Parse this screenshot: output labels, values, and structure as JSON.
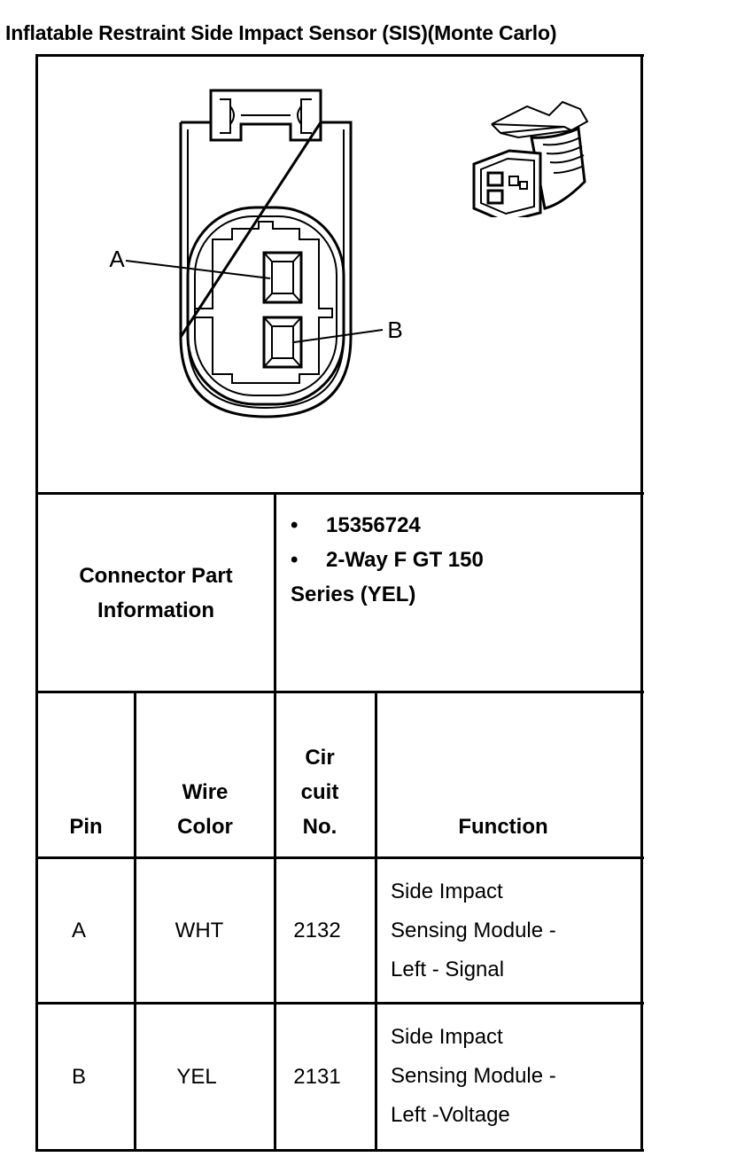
{
  "title": "Inflatable Restraint Side Impact Sensor (SIS)(Monte Carlo)",
  "diagram": {
    "label_a": "A",
    "label_b": "B"
  },
  "connector_info": {
    "label_line1": "Connector Part",
    "label_line2": "Information",
    "part_number": "15356724",
    "description_line1": "2-Way F GT 150",
    "description_line2": "Series (YEL)"
  },
  "table": {
    "headers": {
      "pin": "Pin",
      "wire_color_line1": "Wire",
      "wire_color_line2": "Color",
      "circuit_line1": "Cir",
      "circuit_line2": "cuit",
      "circuit_line3": "No.",
      "function": "Function"
    },
    "rows": [
      {
        "pin": "A",
        "wire_color": "WHT",
        "circuit": "2132",
        "function_line1": "Side Impact",
        "function_line2": "Sensing Module -",
        "function_line3": "Left - Signal"
      },
      {
        "pin": "B",
        "wire_color": "YEL",
        "circuit": "2131",
        "function_line1": "Side Impact",
        "function_line2": "Sensing Module -",
        "function_line3": "Left -Voltage"
      }
    ]
  }
}
